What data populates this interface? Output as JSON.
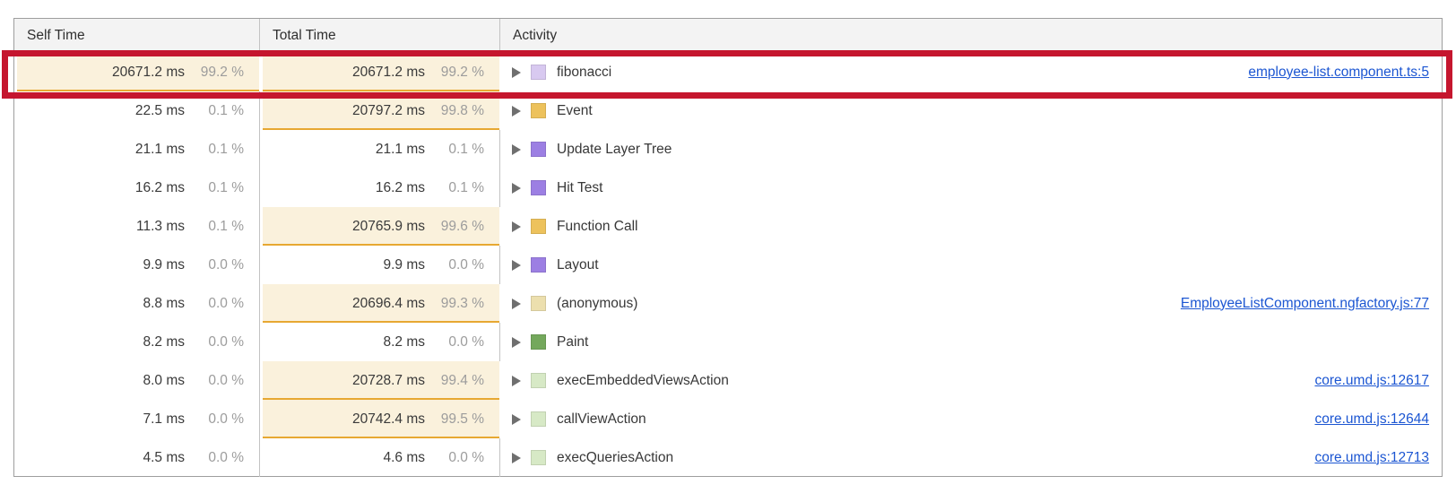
{
  "table": {
    "columns": [
      "Self Time",
      "Total Time",
      "Activity"
    ],
    "rows": [
      {
        "self_time": "20671.2 ms",
        "self_pct": "99.2 %",
        "self_heavy": true,
        "total_time": "20671.2 ms",
        "total_pct": "99.2 %",
        "total_heavy": true,
        "activity": "fibonacci",
        "icon": "js-frame-lavender",
        "icon_color": "#d8c9f0",
        "link": "employee-list.component.ts:5"
      },
      {
        "self_time": "22.5 ms",
        "self_pct": "0.1 %",
        "self_heavy": false,
        "total_time": "20797.2 ms",
        "total_pct": "99.8 %",
        "total_heavy": true,
        "activity": "Event",
        "icon": "scripting-yellow",
        "icon_color": "#edc25c",
        "link": ""
      },
      {
        "self_time": "21.1 ms",
        "self_pct": "0.1 %",
        "self_heavy": false,
        "total_time": "21.1 ms",
        "total_pct": "0.1 %",
        "total_heavy": false,
        "activity": "Update Layer Tree",
        "icon": "rendering-purple",
        "icon_color": "#9c7fe3",
        "link": ""
      },
      {
        "self_time": "16.2 ms",
        "self_pct": "0.1 %",
        "self_heavy": false,
        "total_time": "16.2 ms",
        "total_pct": "0.1 %",
        "total_heavy": false,
        "activity": "Hit Test",
        "icon": "rendering-purple",
        "icon_color": "#9c7fe3",
        "link": ""
      },
      {
        "self_time": "11.3 ms",
        "self_pct": "0.1 %",
        "self_heavy": false,
        "total_time": "20765.9 ms",
        "total_pct": "99.6 %",
        "total_heavy": true,
        "activity": "Function Call",
        "icon": "scripting-yellow",
        "icon_color": "#edc25c",
        "link": ""
      },
      {
        "self_time": "9.9 ms",
        "self_pct": "0.0 %",
        "self_heavy": false,
        "total_time": "9.9 ms",
        "total_pct": "0.0 %",
        "total_heavy": false,
        "activity": "Layout",
        "icon": "rendering-purple",
        "icon_color": "#9c7fe3",
        "link": ""
      },
      {
        "self_time": "8.8 ms",
        "self_pct": "0.0 %",
        "self_heavy": false,
        "total_time": "20696.4 ms",
        "total_pct": "99.3 %",
        "total_heavy": true,
        "activity": "(anonymous)",
        "icon": "anonymous-cream",
        "icon_color": "#ecdfae",
        "link": "EmployeeListComponent.ngfactory.js:77"
      },
      {
        "self_time": "8.2 ms",
        "self_pct": "0.0 %",
        "self_heavy": false,
        "total_time": "8.2 ms",
        "total_pct": "0.0 %",
        "total_heavy": false,
        "activity": "Paint",
        "icon": "painting-green",
        "icon_color": "#74a85c",
        "link": ""
      },
      {
        "self_time": "8.0 ms",
        "self_pct": "0.0 %",
        "self_heavy": false,
        "total_time": "20728.7 ms",
        "total_pct": "99.4 %",
        "total_heavy": true,
        "activity": "execEmbeddedViewsAction",
        "icon": "js-frame-pale-green",
        "icon_color": "#d7e9c6",
        "link": "core.umd.js:12617"
      },
      {
        "self_time": "7.1 ms",
        "self_pct": "0.0 %",
        "self_heavy": false,
        "total_time": "20742.4 ms",
        "total_pct": "99.5 %",
        "total_heavy": true,
        "activity": "callViewAction",
        "icon": "js-frame-pale-green",
        "icon_color": "#d7e9c6",
        "link": "core.umd.js:12644"
      },
      {
        "self_time": "4.5 ms",
        "self_pct": "0.0 %",
        "self_heavy": false,
        "total_time": "4.6 ms",
        "total_pct": "0.0 %",
        "total_heavy": false,
        "activity": "execQueriesAction",
        "icon": "js-frame-pale-green",
        "icon_color": "#d7e9c6",
        "link": "core.umd.js:12713"
      }
    ]
  },
  "colors": {
    "heavy_cell_background": "#faf1dc",
    "heavy_cell_underline": "#e7a832",
    "link_blue": "#1c56d2",
    "percent_gray": "#9c9c9c",
    "header_background": "#f3f3f3"
  },
  "annotation": {
    "type": "red-box-highlight",
    "highlighted_row": "fibonacci",
    "color": "#c5162e"
  }
}
